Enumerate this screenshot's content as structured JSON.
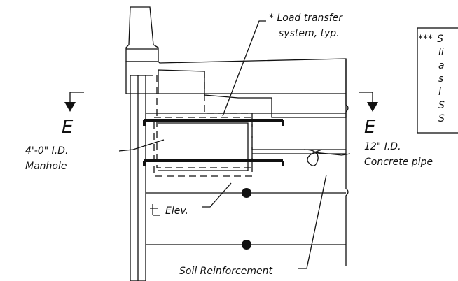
{
  "labels": {
    "load_transfer_line1": "* Load transfer",
    "load_transfer_line2": "system, typ.",
    "manhole_line1": "4'-0\" I.D.",
    "manhole_line2": "Manhole",
    "pipe_line1": "12\" I.D.",
    "pipe_line2": "Concrete pipe",
    "centerline_elev": "Elev.",
    "soil_reinforcement": "Soil Reinforcement",
    "section_mark_left": "E",
    "section_mark_right": "E"
  },
  "note_box": {
    "prefix": "***",
    "lines": [
      "S",
      "li",
      "a",
      "s",
      "i",
      "S",
      "S"
    ]
  },
  "colors": {
    "ink": "#111111",
    "background": "#ffffff"
  }
}
